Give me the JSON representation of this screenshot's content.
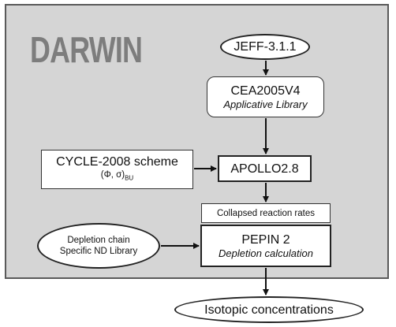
{
  "logo": "DARWIN",
  "nodes": {
    "jeff": "JEFF-3.1.1",
    "cea_title": "CEA2005V4",
    "cea_sub": "Applicative Library",
    "cycle_title": "CYCLE-2008 scheme",
    "cycle_formula": "(Φ, σ)",
    "cycle_formula_sub": "BU",
    "apollo": "APOLLO2.8",
    "collapsed": "Collapsed reaction rates",
    "depletion_line1": "Depletion chain",
    "depletion_line2": "Specific ND Library",
    "pepin_title": "PEPIN 2",
    "pepin_sub": "Depletion calculation",
    "isotopic": "Isotopic concentrations"
  }
}
